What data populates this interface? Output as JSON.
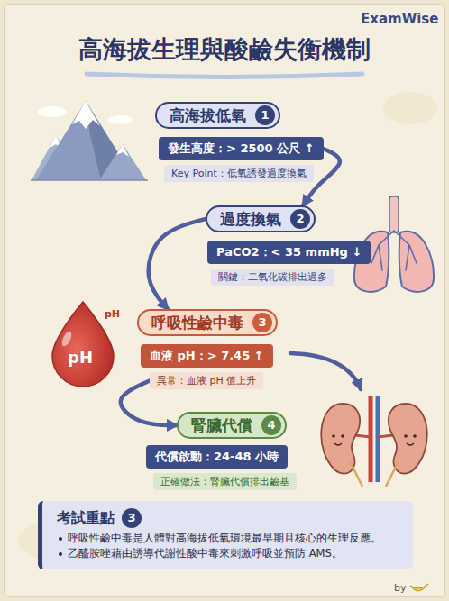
{
  "diagram": {
    "title": "高海拔生理與酸鹼失衡機制",
    "nodes": [
      {
        "text": [
          "高海拔低氧"
        ]
      },
      {
        "text": [
          "1"
        ],
        "in": 0
      },
      {
        "text": [
          "發生高度：> 2500 公尺 ↑"
        ]
      },
      {
        "text": [
          "Key Point：低氧誘發過度換氣"
        ]
      },
      {
        "text": [
          "過度換氣"
        ]
      },
      {
        "text": [
          "2"
        ],
        "in": 4
      },
      {
        "text": [
          "PaCO2：< 35 mmHg ↓"
        ]
      },
      {
        "text": [
          "關鍵：二氧化碳排出過多"
        ]
      },
      {
        "text": [
          "呼吸性鹼中毒"
        ]
      },
      {
        "text": [
          "3"
        ],
        "in": 8
      },
      {
        "text": [
          "血液 pH：> 7.45 ↑"
        ]
      },
      {
        "text": [
          "異常：血液 pH 值上升"
        ]
      },
      {
        "text": [
          "腎臟代償"
        ]
      },
      {
        "text": [
          "4"
        ],
        "in": 12
      },
      {
        "text": [
          "代償啟動：24-48 小時"
        ]
      },
      {
        "text": [
          "正確做法：腎臟代償排出鹼基"
        ]
      },
      {
        "text": [
          "考試重點",
          "呼吸性鹼中毒是人體對高海拔低氧環境最早期且核心的生理反應。",
          "乙醯胺唑藉由誘導代謝性酸中毒來刺激呼吸並預防 AMS。"
        ]
      },
      {
        "text": [
          "3"
        ],
        "in": 16
      }
    ],
    "edges": [
      {
        "from": 2,
        "to": 4,
        "arrow": "to"
      },
      {
        "from": 4,
        "to": 8,
        "arrow": "to"
      },
      {
        "from": 11,
        "to": 12,
        "arrow": "to"
      }
    ],
    "labels": [
      "ExamWise",
      "pH",
      "pH",
      "by"
    ]
  }
}
